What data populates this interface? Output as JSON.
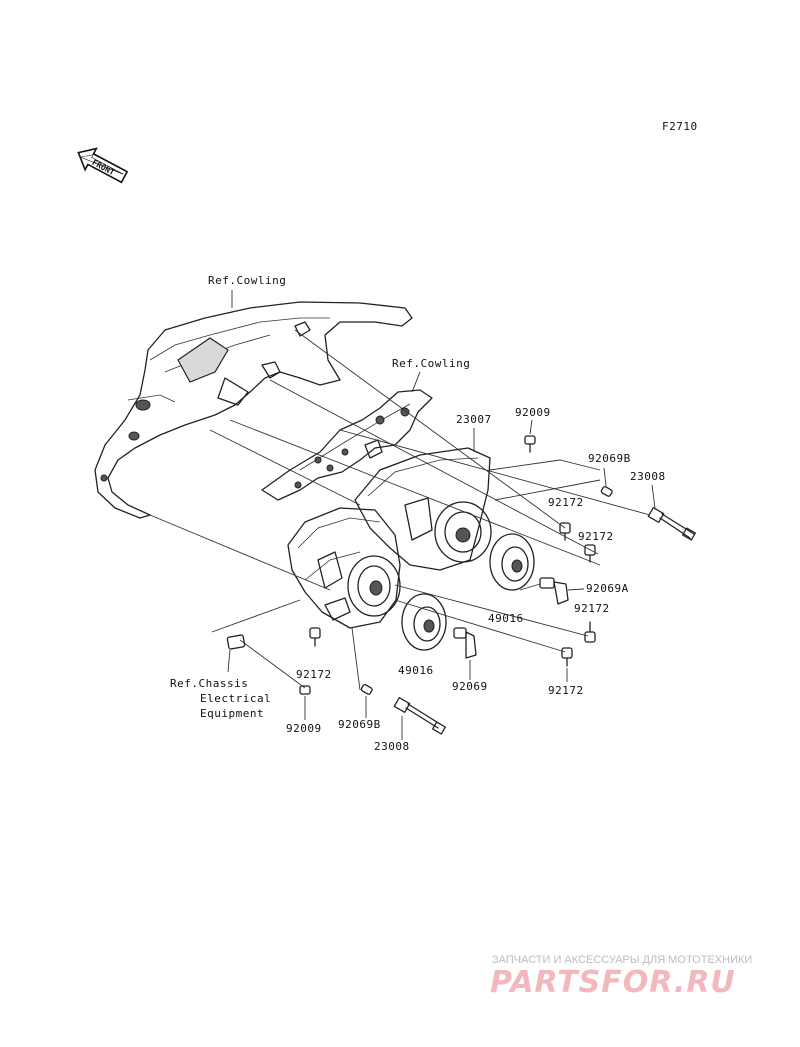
{
  "diagram_code": "F2710",
  "front_label": "FRONT",
  "ref_labels": {
    "cowling_top": "Ref.Cowling",
    "cowling_mid": "Ref.Cowling",
    "chassis_line1": "Ref.Chassis",
    "chassis_line2": "Electrical",
    "chassis_line3": "Equipment"
  },
  "parts": {
    "p23007": "23007",
    "p92009_top": "92009",
    "p92069B_top": "92069B",
    "p23008_top": "23008",
    "p92172_a": "92172",
    "p92172_b": "92172",
    "p92069A": "92069A",
    "p92172_c": "92172",
    "p49016_right": "49016",
    "p92172_d": "92172",
    "p49016_left": "49016",
    "p92069": "92069",
    "p92172_left": "92172",
    "p92009_bottom": "92009",
    "p92069B_bottom": "92069B",
    "p23008_bottom": "23008"
  },
  "watermark": {
    "top_line": "ЗАПЧАСТИ И АКСЕССУАРЫ ДЛЯ МОТОТЕХНИКИ",
    "brand": "PARTSFOR.RU"
  }
}
